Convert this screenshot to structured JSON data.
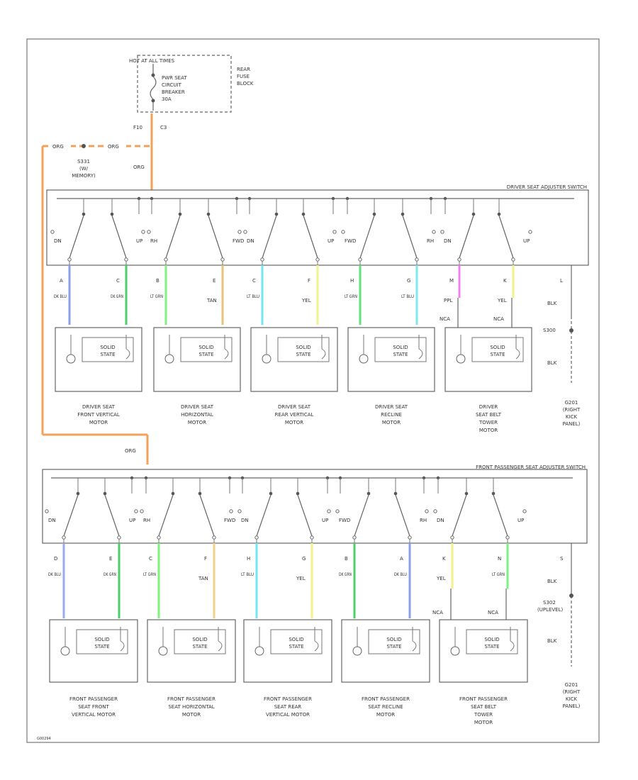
{
  "fuse_block": {
    "hot_label": "HOT AT ALL TIMES",
    "breaker_label_1": "PWR SEAT",
    "breaker_label_2": "CIRCUIT",
    "breaker_label_3": "BREAKER",
    "breaker_label_4": "30A",
    "block_label_1": "REAR",
    "block_label_2": "FUSE",
    "block_label_3": "BLOCK",
    "pin_left": "F10",
    "pin_right": "C3"
  },
  "feed": {
    "wire_color": "ORG",
    "splice_label_1": "S331",
    "splice_label_2": "(W/",
    "splice_label_3": "MEMORY)",
    "color_hex": "#f2a05a"
  },
  "driver": {
    "switch_title": "DRIVER SEAT ADJUSTER SWITCH",
    "switch_labels": [
      "DN",
      "UP",
      "RH",
      "FWD",
      "DN",
      "UP",
      "FWD",
      "RH",
      "DN",
      "UP"
    ],
    "wires": [
      {
        "pin": "A",
        "color": "DK BLU",
        "hex": "#8aa0ef"
      },
      {
        "pin": "C",
        "color": "DK GRN",
        "hex": "#4ccf6a"
      },
      {
        "pin": "B",
        "color": "LT GRN",
        "hex": "#7df07d"
      },
      {
        "pin": "E",
        "color": "TAN",
        "hex": "#e9c27a"
      },
      {
        "pin": "C",
        "color": "LT BLU",
        "hex": "#6fe6f0"
      },
      {
        "pin": "F",
        "color": "YEL",
        "hex": "#f2f28a"
      },
      {
        "pin": "H",
        "color": "LT GRN",
        "hex": "#5fe27a"
      },
      {
        "pin": "G",
        "color": "LT BLU",
        "hex": "#7ee8ef"
      },
      {
        "pin": "M",
        "color": "PPL",
        "hex": "#f080f0"
      },
      {
        "pin": "K",
        "color": "YEL",
        "hex": "#f2f28a"
      }
    ],
    "ground": {
      "pin": "L",
      "wire": "BLK",
      "splice": "S300",
      "wire2": "BLK",
      "g1": "G201",
      "g2": "(RIGHT",
      "g3": "KICK",
      "g4": "PANEL)"
    },
    "nca": [
      "NCA",
      "NCA"
    ],
    "motor_state": [
      "SOLID",
      "STATE"
    ],
    "motors": [
      [
        "DRIVER SEAT",
        "FRONT VERTICAL",
        "MOTOR"
      ],
      [
        "DRIVER SEAT",
        "HORIZONTAL",
        "MOTOR"
      ],
      [
        "DRIVER SEAT",
        "REAR VERTICAL",
        "MOTOR"
      ],
      [
        "DRIVER SEAT",
        "RECLINE",
        "MOTOR"
      ],
      [
        "DRIVER",
        "SEAT BELT",
        "TOWER",
        "MOTOR"
      ]
    ]
  },
  "passenger": {
    "switch_title": "FRONT PASSENGER SEAT ADJUSTER SWITCH",
    "switch_labels": [
      "DN",
      "UP",
      "RH",
      "FWD",
      "DN",
      "UP",
      "FWD",
      "RH",
      "DN",
      "UP"
    ],
    "wires": [
      {
        "pin": "D",
        "color": "DK BLU",
        "hex": "#9aa8ef"
      },
      {
        "pin": "E",
        "color": "DK GRN",
        "hex": "#4ccf6a"
      },
      {
        "pin": "C",
        "color": "LT GRN",
        "hex": "#7df07d"
      },
      {
        "pin": "F",
        "color": "TAN",
        "hex": "#f0d28a"
      },
      {
        "pin": "H",
        "color": "LT BLU",
        "hex": "#6fe6f0"
      },
      {
        "pin": "G",
        "color": "YEL",
        "hex": "#f2f28a"
      },
      {
        "pin": "B",
        "color": "DK GRN",
        "hex": "#4ccf6a"
      },
      {
        "pin": "A",
        "color": "DK BLU",
        "hex": "#8aa0ef"
      },
      {
        "pin": "K",
        "color": "YEL",
        "hex": "#f2f28a"
      },
      {
        "pin": "N",
        "color": "LT GRN",
        "hex": "#7df07d"
      }
    ],
    "ground": {
      "pin": "S",
      "wire": "BLK",
      "splice": "S302",
      "splice2": "(UPLEVEL)",
      "wire2": "BLK",
      "g1": "G201",
      "g2": "(RIGHT",
      "g3": "KICK",
      "g4": "PANEL)"
    },
    "nca": [
      "NCA",
      "NCA"
    ],
    "motor_state": [
      "SOLID",
      "STATE"
    ],
    "motors": [
      [
        "FRONT PASSENGER",
        "SEAT FRONT",
        "VERTICAL MOTOR"
      ],
      [
        "FRONT PASSENGER",
        "SEAT HORIZONTAL",
        "MOTOR"
      ],
      [
        "FRONT PASSENGER",
        "SEAT REAR",
        "VERTICAL MOTOR"
      ],
      [
        "FRONT PASSENGER",
        "SEAT RECLINE",
        "MOTOR"
      ],
      [
        "FRONT PASSENGER",
        "SEAT BELT",
        "TOWER",
        "MOTOR"
      ]
    ]
  },
  "figure_id": "G00294"
}
